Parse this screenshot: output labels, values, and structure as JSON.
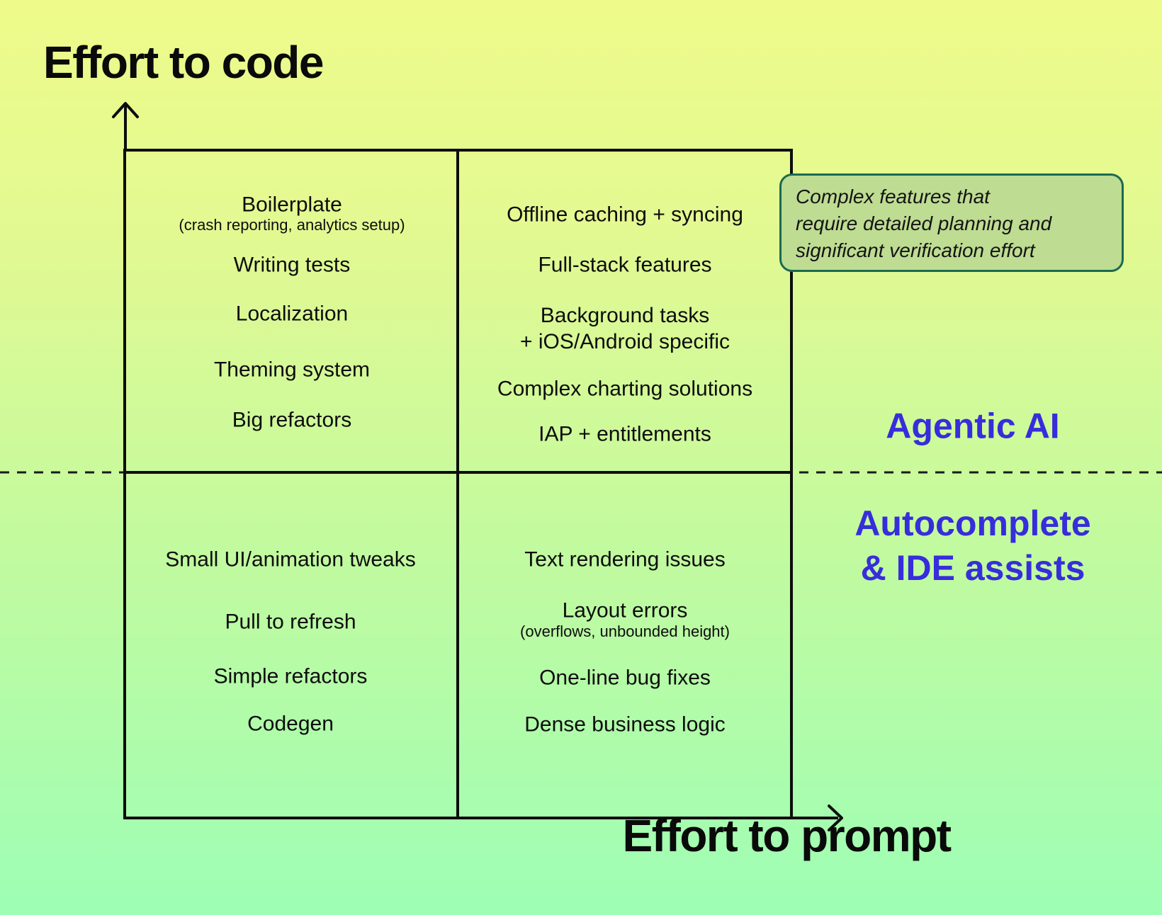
{
  "diagram_type": "quadrant-matrix",
  "axes": {
    "y_label": "Effort to code",
    "x_label": "Effort to prompt"
  },
  "quadrants": {
    "top_left": {
      "items": [
        {
          "text": "Boilerplate",
          "caption": "(crash reporting, analytics setup)"
        },
        {
          "text": "Writing tests"
        },
        {
          "text": "Localization"
        },
        {
          "text": "Theming system"
        },
        {
          "text": "Big refactors"
        }
      ]
    },
    "top_right": {
      "items": [
        {
          "text": "Offline caching + syncing"
        },
        {
          "text": "Full-stack features"
        },
        {
          "text": "Background tasks\n+ iOS/Android specific"
        },
        {
          "text": "Complex charting solutions"
        },
        {
          "text": "IAP + entitlements"
        }
      ]
    },
    "bottom_left": {
      "items": [
        {
          "text": "Small UI/animation tweaks"
        },
        {
          "text": "Pull to refresh"
        },
        {
          "text": "Simple refactors"
        },
        {
          "text": "Codegen"
        }
      ]
    },
    "bottom_right": {
      "items": [
        {
          "text": "Text rendering issues"
        },
        {
          "text": "Layout errors",
          "caption": "(overflows, unbounded height)"
        },
        {
          "text": "One-line bug fixes"
        },
        {
          "text": "Dense business logic"
        }
      ]
    }
  },
  "callout": {
    "text": "Complex features that\nrequire detailed planning and\nsignificant verification effort"
  },
  "region_labels": {
    "top_right_area": "Agentic AI",
    "bottom_right_area_line1": "Autocomplete",
    "bottom_right_area_line2": "& IDE assists"
  },
  "colors": {
    "background_top": "#eefb8a",
    "background_bottom": "#9dfeb5",
    "line": "#0d0d0d",
    "blue_label": "#372ddb",
    "callout_border": "#1c6a50",
    "callout_fill": "#bedc92"
  }
}
